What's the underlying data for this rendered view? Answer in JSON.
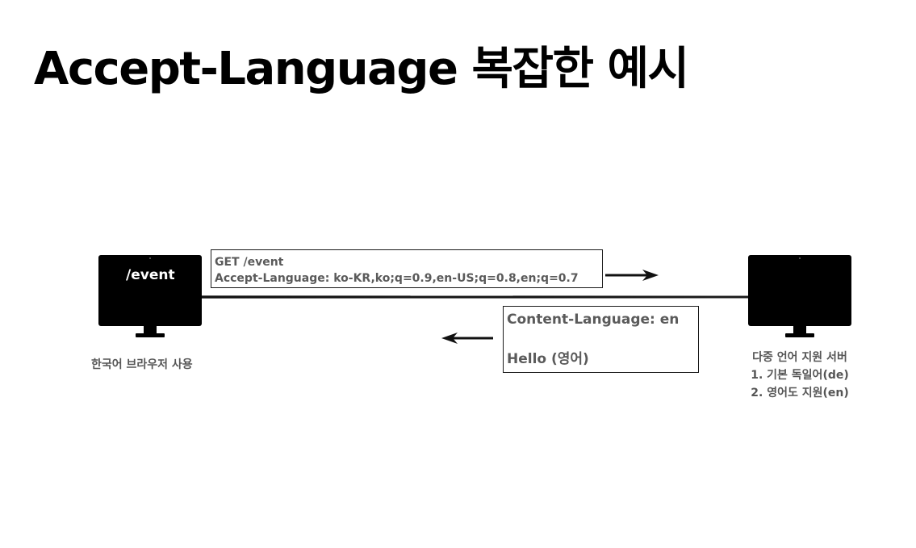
{
  "title": "Accept-Language 복잡한 예시",
  "client": {
    "screen_text": "/event",
    "caption": "한국어 브라우저 사용"
  },
  "request": {
    "line1": "GET /event",
    "line2": "Accept-Language: ko-KR,ko;q=0.9,en-US;q=0.8,en;q=0.7"
  },
  "response": {
    "line1": "Content-Language: en",
    "line2": "Hello (영어)"
  },
  "server": {
    "caption_line1": "다중 언어 지원 서버",
    "caption_line2": "1. 기본 독일어(de)",
    "caption_line3": "2. 영어도 지원(en)"
  },
  "icons": {
    "client": "monitor-icon",
    "server": "monitor-icon",
    "request_direction": "arrow-right-icon",
    "response_direction": "arrow-left-icon"
  }
}
